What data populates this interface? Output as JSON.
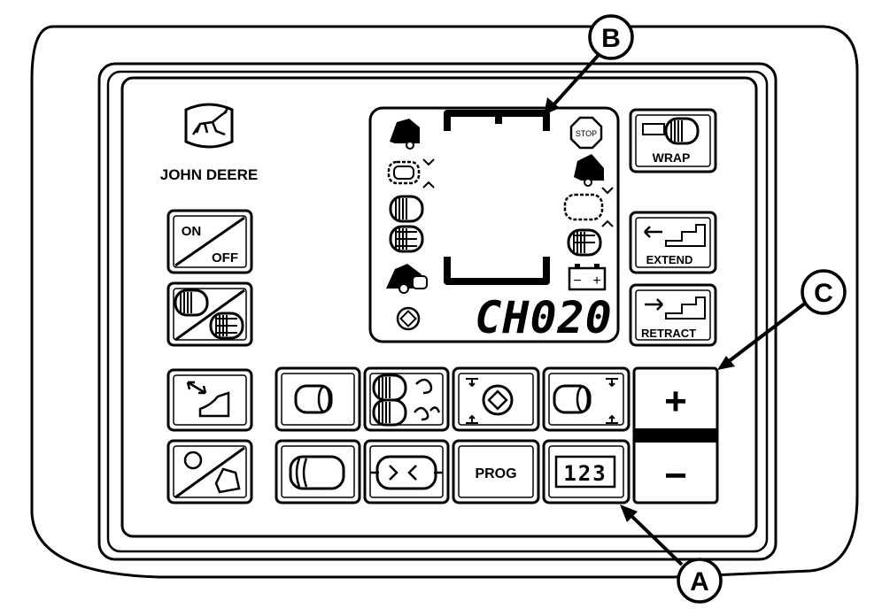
{
  "brand": {
    "name": "JOHN DEERE",
    "logo_icon": "deer-logo-icon"
  },
  "display": {
    "readout": "CH020",
    "stop_text": "STOP",
    "battery_minus": "−",
    "battery_plus": "+"
  },
  "left_buttons": {
    "on_label": "ON",
    "off_label": "OFF"
  },
  "right_buttons": {
    "wrap_label": "WRAP",
    "extend_label": "EXTEND",
    "retract_label": "RETRACT"
  },
  "bottom_buttons": {
    "prog_label": "PROG",
    "counter_digits": "123",
    "plus_label": "+",
    "minus_label": "−"
  },
  "callouts": {
    "a": "A",
    "b": "B",
    "c": "C"
  },
  "colors": {
    "ink": "#000000",
    "paper": "#ffffff"
  }
}
